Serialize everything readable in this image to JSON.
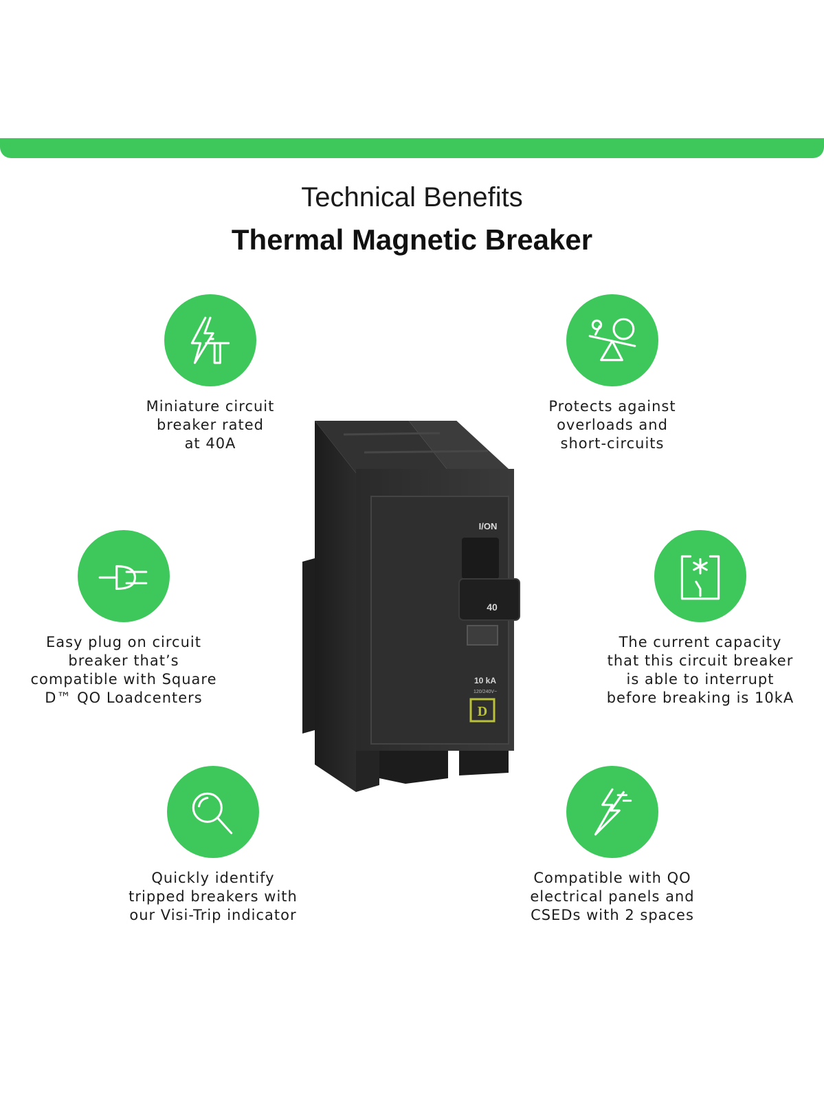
{
  "header": {
    "subtitle": "Technical Benefits",
    "title": "Thermal Magnetic Breaker"
  },
  "colors": {
    "accent": "#3ec85c",
    "breaker_body": "#2b2b2b",
    "logo": "#b9c23a"
  },
  "features": [
    {
      "icon": "lightning-tower-icon",
      "caption": "Miniature circuit\nbreaker rated\nat 40A"
    },
    {
      "icon": "seesaw-balance-icon",
      "caption": "Protects against\noverloads and\nshort-circuits"
    },
    {
      "icon": "plug-icon",
      "caption": "Easy plug on circuit\nbreaker that’s\ncompatible with Square\nD™ QO Loadcenters"
    },
    {
      "icon": "breaker-switch-icon",
      "caption": "The current capacity\nthat this circuit breaker\nis able to interrupt\nbefore breaking is 10kA"
    },
    {
      "icon": "magnifier-icon",
      "caption": "Quickly identify\ntripped breakers with\nour Visi-Trip indicator"
    },
    {
      "icon": "double-lightning-icon",
      "caption": "Compatible with QO\nelectrical panels and\nCSEDs with 2 spaces"
    }
  ],
  "product": {
    "on_label": "I/ON",
    "rating": "40",
    "interrupt_rating": "10 kA",
    "voltage": "120/240V~",
    "logo_letter": "D"
  }
}
